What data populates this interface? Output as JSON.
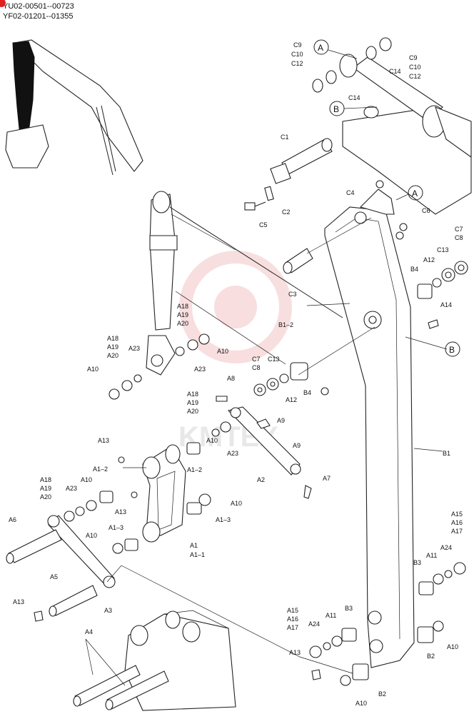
{
  "header": {
    "serial_line_1": "YU02-00501--00723",
    "serial_line_2": "YF02-01201--01355"
  },
  "watermark": "KMTEX",
  "callouts": {
    "a": "A",
    "b": "B"
  },
  "labels": {
    "c9_top": "C9",
    "c10_top": "C10",
    "c12_top": "C12",
    "c9_right": "C9",
    "c10_right": "C10",
    "c12_right": "C12",
    "c14_a": "C14",
    "c14_b": "C14",
    "c1": "C1",
    "c2": "C2",
    "c4": "C4",
    "c5": "C5",
    "c6": "C6",
    "c7_r": "C7",
    "c8_r": "C8",
    "c13_r": "C13",
    "a12_r": "A12",
    "b4_r": "B4",
    "c3": "C3",
    "a14": "A14",
    "b1_2": "B1–2",
    "a18_1": "A18",
    "a19_1": "A19",
    "a20_1": "A20",
    "a10_1": "A10",
    "a23_1": "A23",
    "a18_2": "A18",
    "a19_2": "A19",
    "a20_2": "A20",
    "a23_2": "A23",
    "a10_2": "A10",
    "c7_m": "C7",
    "c8_m": "C8",
    "c13_m": "C13",
    "a12_m": "A12",
    "b4_m": "B4",
    "a8": "A8",
    "a18_3": "A18",
    "a19_3": "A19",
    "a20_3": "A20",
    "a10_3": "A10",
    "a23_3": "A23",
    "a9_a": "A9",
    "a9_b": "A9",
    "a2": "A2",
    "a7": "A7",
    "a13_1": "A13",
    "a1_2a": "A1–2",
    "a1_2b": "A1–2",
    "a18_4": "A18",
    "a19_4": "A19",
    "a20_4": "A20",
    "a23_4": "A23",
    "a10_4": "A10",
    "a13_2": "A13",
    "a10_5": "A10",
    "a1_3a": "A1–3",
    "a1_3b": "A1–3",
    "a10_6": "A10",
    "a1": "A1",
    "a1_1": "A1–1",
    "a6": "A6",
    "a5": "A5",
    "a3": "A3",
    "a13_3": "A13",
    "a4": "A4",
    "b1": "B1",
    "a15_r": "A15",
    "a16_r": "A16",
    "a17_r": "A17",
    "a24_r": "A24",
    "a11_r": "A11",
    "b3_r": "B3",
    "b2_r": "B2",
    "a10_r": "A10",
    "a15_b": "A15",
    "a16_b": "A16",
    "a17_b": "A17",
    "a24_b": "A24",
    "a11_b": "A11",
    "b3_b": "B3",
    "a13_b": "A13",
    "b2_b": "B2",
    "a10_b": "A10"
  }
}
